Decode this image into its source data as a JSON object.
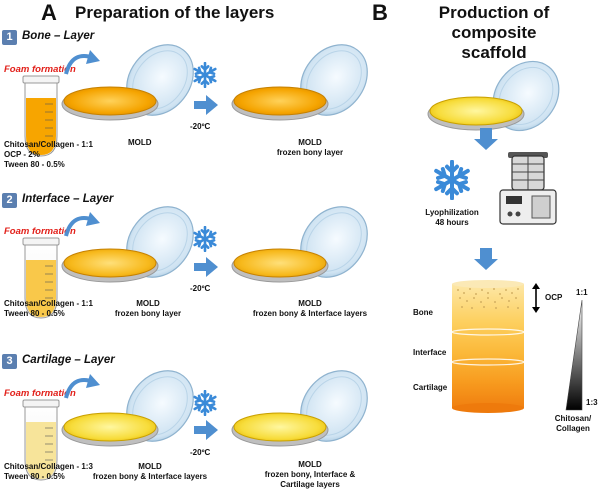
{
  "panel_a": {
    "letter": "A",
    "title": "Preparation of the layers",
    "steps": [
      {
        "number": "1",
        "title": "Bone – Layer",
        "foam": "Foam formation",
        "composition": [
          "Chitosan/Collagen - 1:1",
          "OCP - 2%",
          "Tween 80 - 0.5%"
        ],
        "mold_label": [
          "MOLD"
        ],
        "temperature": "-20ºC",
        "result_label": [
          "MOLD",
          "frozen bony layer"
        ]
      },
      {
        "number": "2",
        "title": "Interface – Layer",
        "foam": "Foam formation",
        "composition": [
          "Chitosan/Collagen - 1:1",
          "Tween 80 - 0.5%"
        ],
        "mold_label": [
          "MOLD",
          "frozen bony layer"
        ],
        "temperature": "-20ºC",
        "result_label": [
          "MOLD",
          "frozen bony & Interface layers"
        ]
      },
      {
        "number": "3",
        "title": "Cartilage – Layer",
        "foam": "Foam formation",
        "composition": [
          "Chitosan/Collagen - 1:3",
          "Tween 80 - 0.5%"
        ],
        "mold_label": [
          "MOLD",
          "frozen bony & Interface layers"
        ],
        "temperature": "-20ºC",
        "result_label": [
          "MOLD",
          "frozen bony, Interface &",
          "Cartilage layers"
        ]
      }
    ]
  },
  "panel_b": {
    "letter": "B",
    "title_lines": [
      "Production of composite",
      "scaffold"
    ],
    "lyophilization": [
      "Lyophilization",
      "48 hours"
    ],
    "layers": [
      "Bone",
      "Interface",
      "Cartilage"
    ],
    "ocp": "OCP",
    "ratio_top": "1:1",
    "ratio_bottom": "1:3",
    "gradient_label": [
      "Chitosan/",
      "Collagen"
    ]
  },
  "colors": {
    "arrow": "#4f8fd0",
    "snowflake": "#3a8ad8",
    "badge": "#5b7fb0",
    "foam_text": "#e2201a",
    "bone_layer": "#f5a400",
    "interface_layer": "#f9c020",
    "cartilage_layer": "#f4e060"
  }
}
